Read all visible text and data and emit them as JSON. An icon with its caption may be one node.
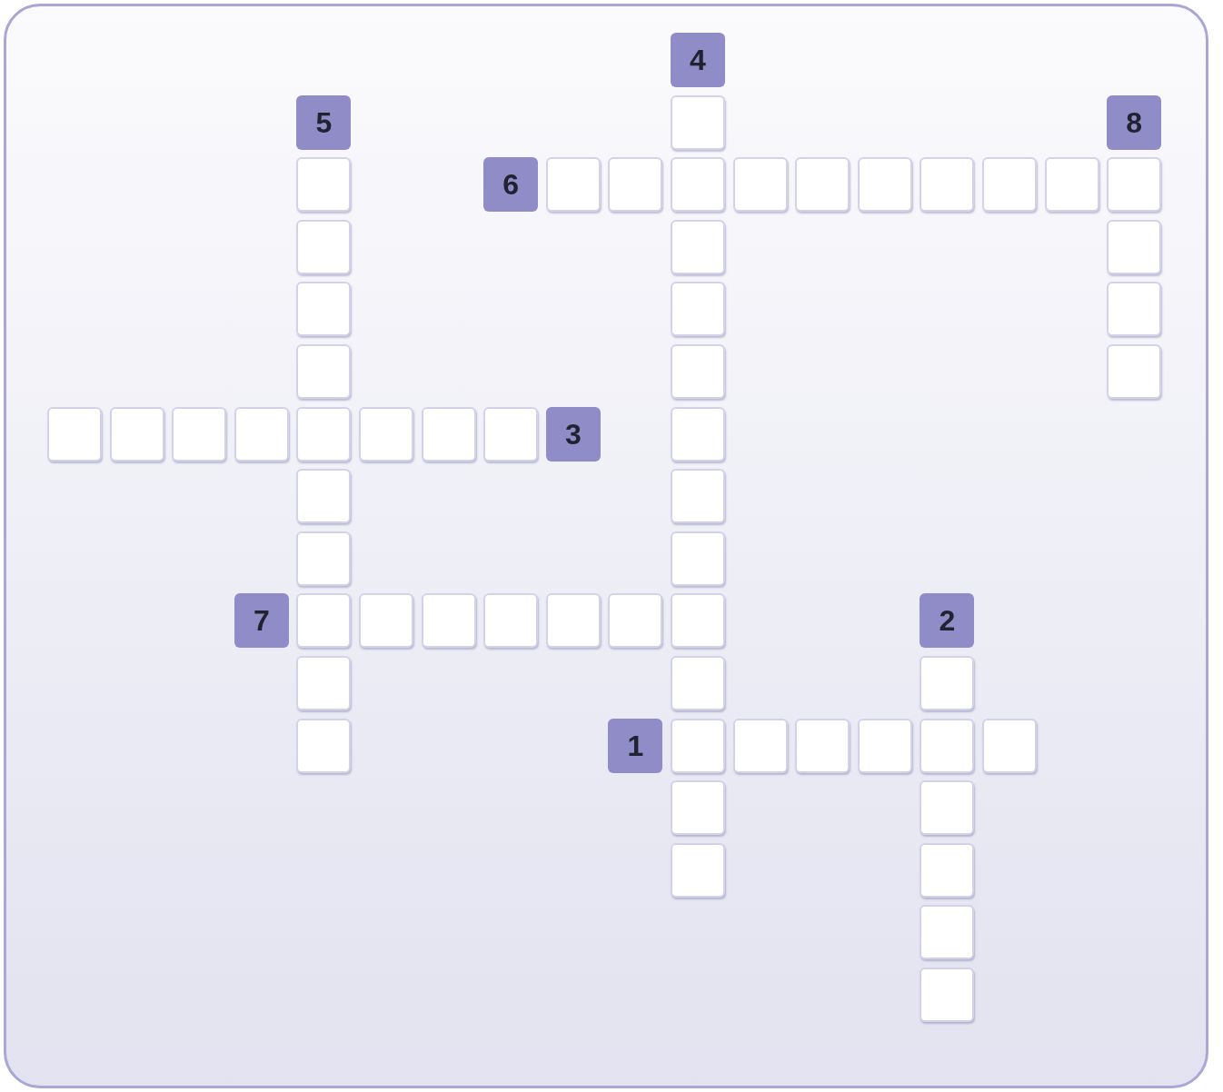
{
  "diagram": {
    "nodes": [
      {
        "text": [
          "4"
        ]
      },
      {
        "text": [
          "5"
        ]
      },
      {
        "text": [],
        "shape": "box"
      },
      {
        "text": [
          "8"
        ]
      },
      {
        "text": [],
        "shape": "box"
      },
      {
        "text": [
          "6"
        ]
      },
      {
        "text": [],
        "shape": "box"
      },
      {
        "text": [],
        "shape": "box"
      },
      {
        "text": [],
        "shape": "box"
      },
      {
        "text": [],
        "shape": "box"
      },
      {
        "text": [],
        "shape": "box"
      },
      {
        "text": [],
        "shape": "box"
      },
      {
        "text": [],
        "shape": "box"
      },
      {
        "text": [],
        "shape": "box"
      },
      {
        "text": [],
        "shape": "box"
      },
      {
        "text": [],
        "shape": "box"
      },
      {
        "text": [],
        "shape": "box"
      },
      {
        "text": [],
        "shape": "box"
      },
      {
        "text": [],
        "shape": "box"
      },
      {
        "text": [],
        "shape": "box"
      },
      {
        "text": [],
        "shape": "box"
      },
      {
        "text": [],
        "shape": "box"
      },
      {
        "text": [],
        "shape": "box"
      },
      {
        "text": [],
        "shape": "box"
      },
      {
        "text": [],
        "shape": "box"
      },
      {
        "text": [],
        "shape": "box"
      },
      {
        "text": [],
        "shape": "box"
      },
      {
        "text": [],
        "shape": "box"
      },
      {
        "text": [],
        "shape": "box"
      },
      {
        "text": [],
        "shape": "box"
      },
      {
        "text": [],
        "shape": "box"
      },
      {
        "text": [],
        "shape": "box"
      },
      {
        "text": [],
        "shape": "box"
      },
      {
        "text": [
          "3"
        ]
      },
      {
        "text": [],
        "shape": "box"
      },
      {
        "text": [],
        "shape": "box"
      },
      {
        "text": [],
        "shape": "box"
      },
      {
        "text": [],
        "shape": "box"
      },
      {
        "text": [],
        "shape": "box"
      },
      {
        "text": [
          "7"
        ]
      },
      {
        "text": [],
        "shape": "box"
      },
      {
        "text": [],
        "shape": "box"
      },
      {
        "text": [],
        "shape": "box"
      },
      {
        "text": [],
        "shape": "box"
      },
      {
        "text": [],
        "shape": "box"
      },
      {
        "text": [],
        "shape": "box"
      },
      {
        "text": [],
        "shape": "box"
      },
      {
        "text": [
          "2"
        ]
      },
      {
        "text": [],
        "shape": "box"
      },
      {
        "text": [],
        "shape": "box"
      },
      {
        "text": [],
        "shape": "box"
      },
      {
        "text": [],
        "shape": "box"
      },
      {
        "text": [
          "1"
        ]
      },
      {
        "text": [],
        "shape": "box"
      },
      {
        "text": [],
        "shape": "box"
      },
      {
        "text": [],
        "shape": "box"
      },
      {
        "text": [],
        "shape": "box"
      },
      {
        "text": [],
        "shape": "box"
      },
      {
        "text": [],
        "shape": "box"
      },
      {
        "text": [],
        "shape": "box"
      },
      {
        "text": [],
        "shape": "box"
      },
      {
        "text": [],
        "shape": "box"
      },
      {
        "text": [],
        "shape": "box"
      },
      {
        "text": [],
        "shape": "box"
      },
      {
        "text": [],
        "shape": "box"
      }
    ]
  }
}
